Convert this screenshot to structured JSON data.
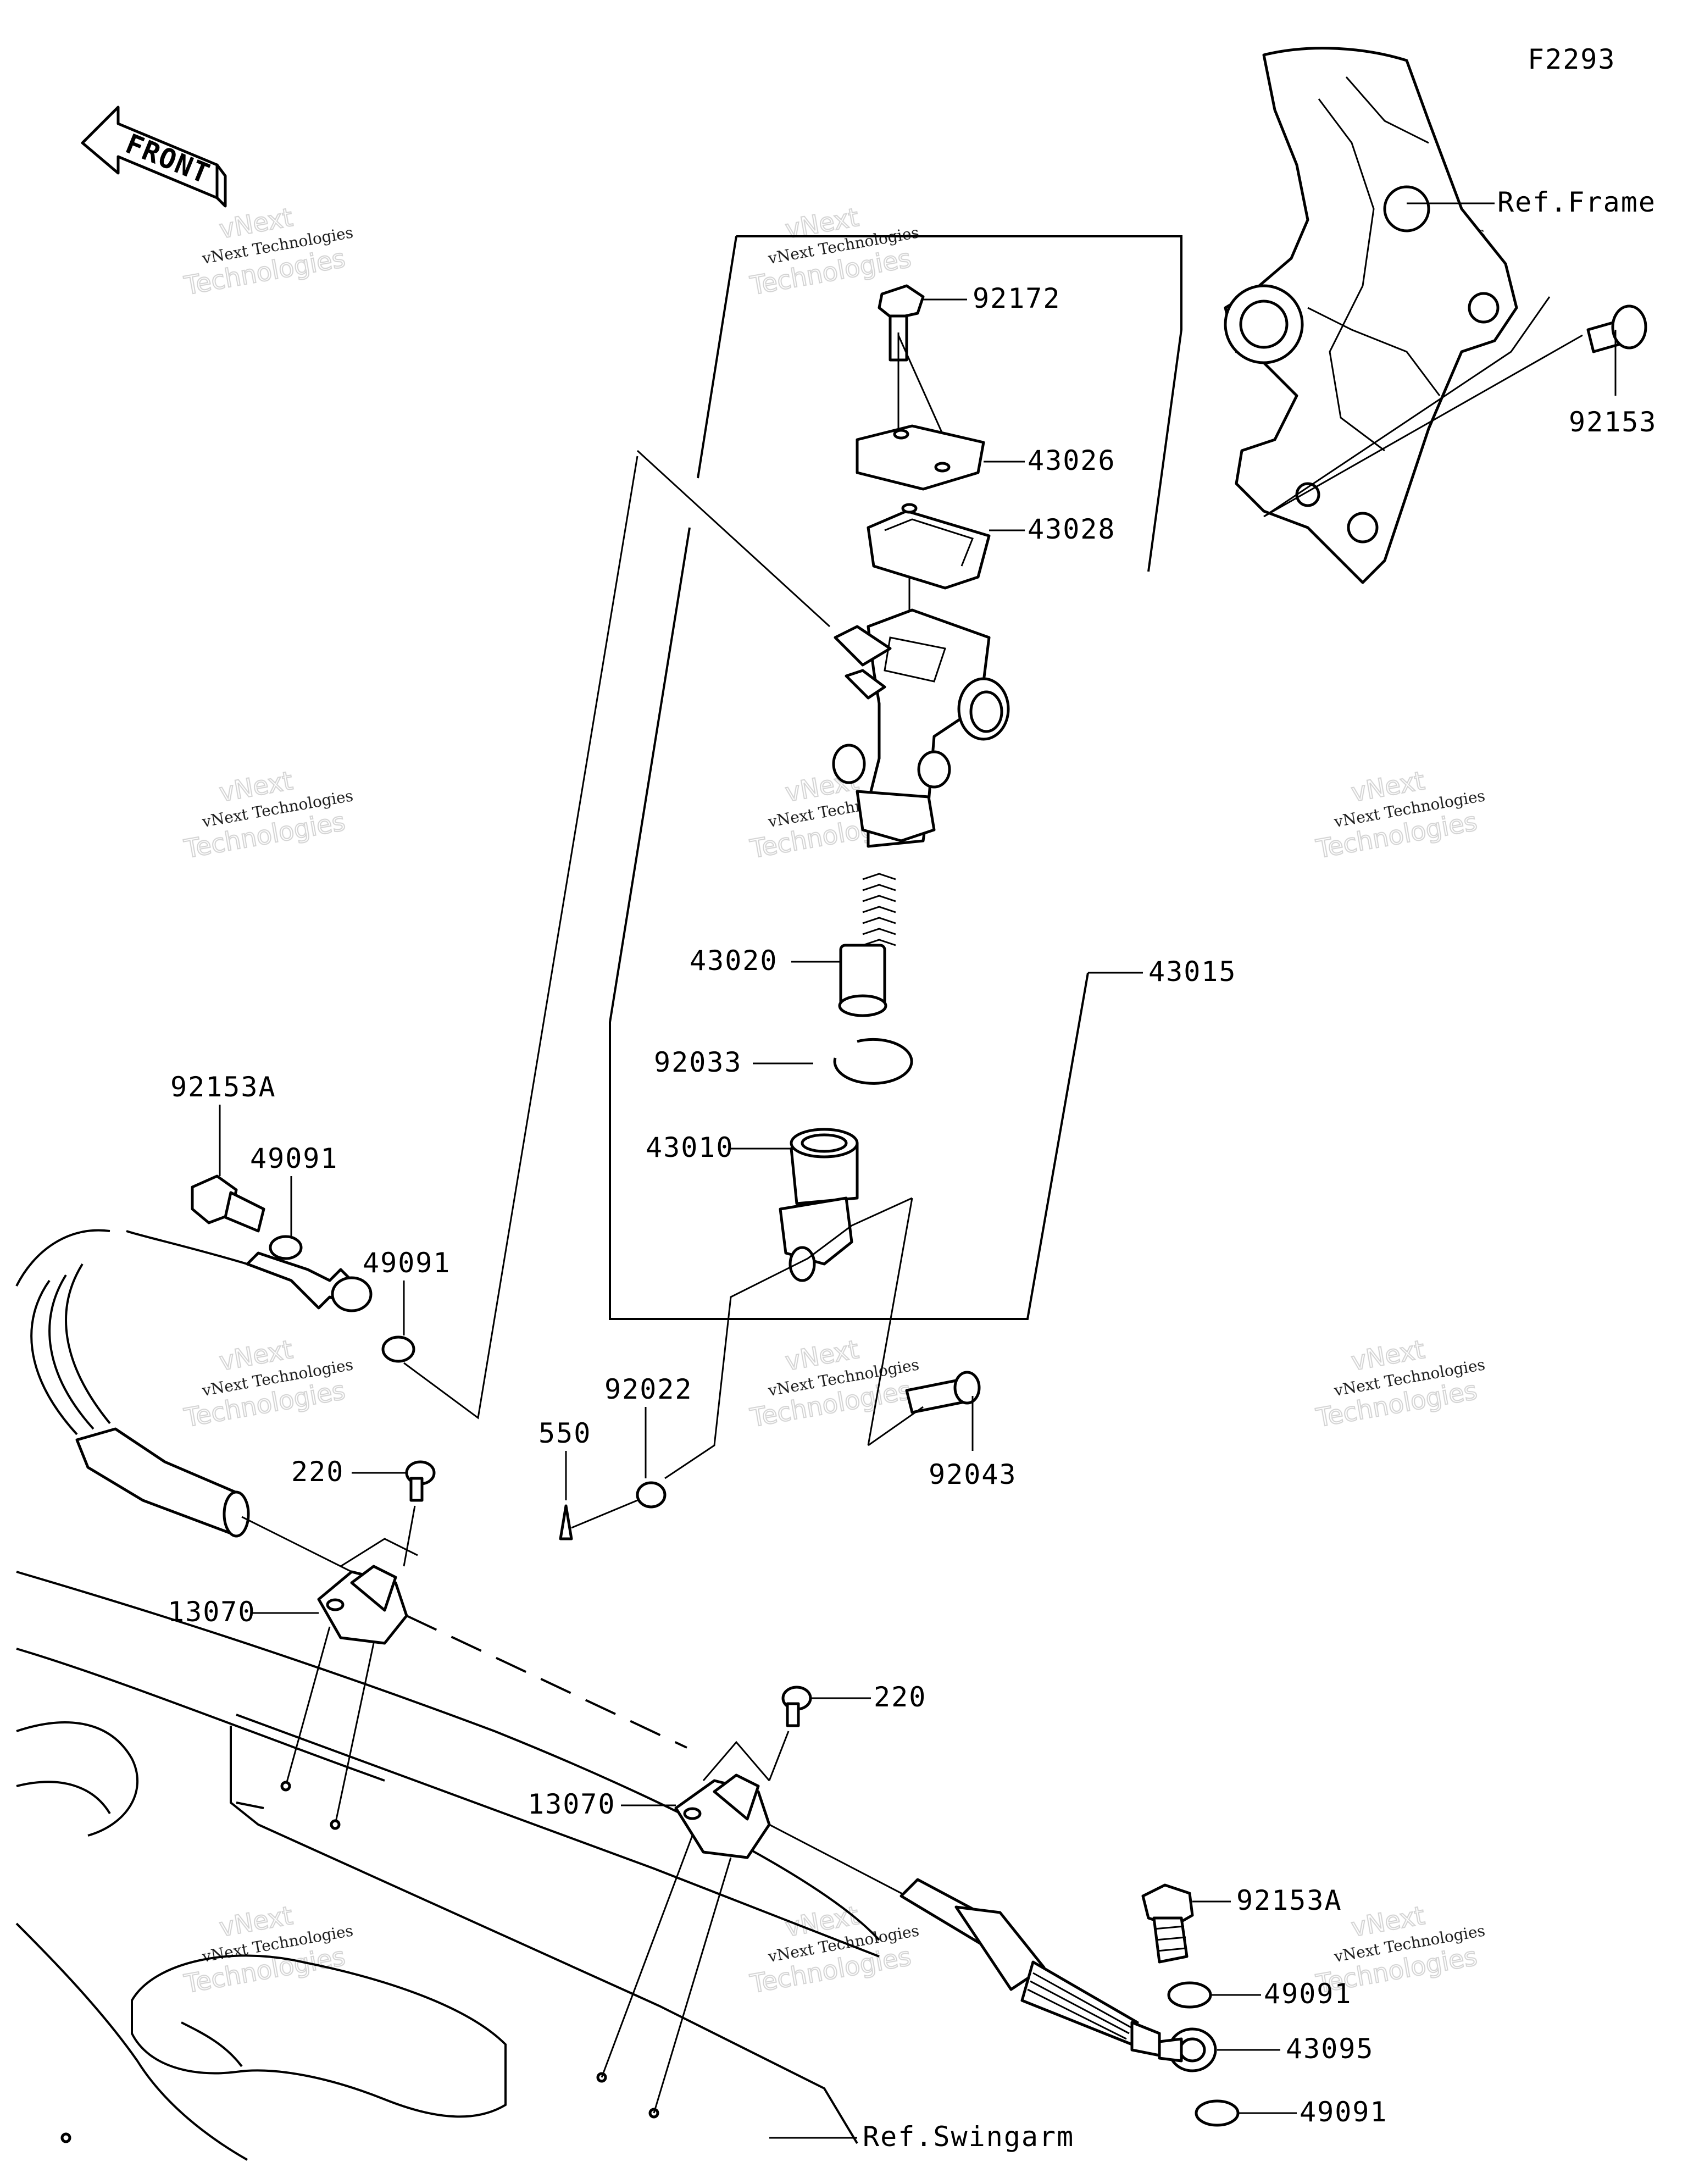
{
  "figure_id": "F2293",
  "front_arrow_text": "FRONT",
  "watermark": {
    "line1": "vNext Technologies",
    "line2": "vNext",
    "line3": "Technologies"
  },
  "refs": {
    "frame": "Ref.Frame",
    "swingarm": "Ref.Swingarm"
  },
  "parts": {
    "p92172": "92172",
    "p43026": "43026",
    "p43028": "43028",
    "p92153": "92153",
    "p43020": "43020",
    "p43015": "43015",
    "p92033": "92033",
    "p43010": "43010",
    "p92153A_top": "92153A",
    "p49091_a": "49091",
    "p49091_b": "49091",
    "p92022": "92022",
    "p550": "550",
    "p92043": "92043",
    "p220_a": "220",
    "p13070_a": "13070",
    "p220_b": "220",
    "p13070_b": "13070",
    "p92153A_bot": "92153A",
    "p49091_c": "49091",
    "p43095": "43095",
    "p49091_d": "49091"
  }
}
